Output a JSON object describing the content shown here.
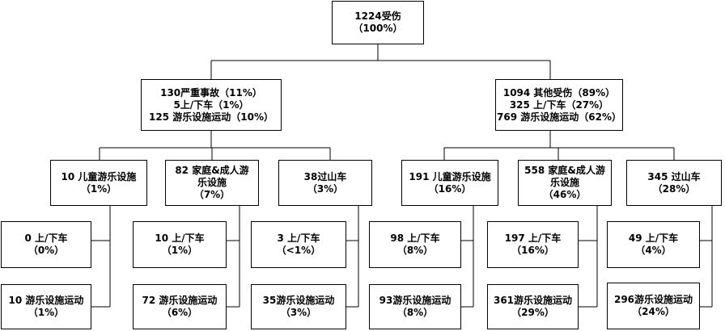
{
  "root": {
    "line1": "1224受伤",
    "line2": "（100%）"
  },
  "serious": {
    "line1": "130严重事故（11%）",
    "line2": "5上/下车（1%）",
    "line3": "125 游乐设施运动（10%）"
  },
  "other": {
    "line1": "1094 其他受伤（89%）",
    "line2": "325 上/下车（27%）",
    "line3": "769 游乐设施运动（62%）"
  },
  "serious_children": {
    "line1": "10 儿童游乐设施",
    "line2": "（1%）"
  },
  "serious_family": {
    "line1": "82 家庭&成人游乐设施",
    "line2": "（7%）"
  },
  "serious_coaster": {
    "line1": "38过山车",
    "line2": "（3%）"
  },
  "other_children": {
    "line1": "191 儿童游乐设施",
    "line2": "（16%）"
  },
  "other_family": {
    "line1": "558 家庭&成人游乐设施",
    "line2": "（46%）"
  },
  "other_coaster": {
    "line1": "345 过山车",
    "line2": "（28%）"
  },
  "leaf_s_child_board": {
    "line1": "0  上/下车",
    "line2": "（0%）"
  },
  "leaf_s_child_ride": {
    "line1": "10 游乐设施运动",
    "line2": "（1%）"
  },
  "leaf_s_family_board": {
    "line1": "10  上/下车",
    "line2": "（1%）"
  },
  "leaf_s_family_ride": {
    "line1": "72 游乐设施运动",
    "line2": "（6%）"
  },
  "leaf_s_coaster_board": {
    "line1": "3  上/下车",
    "line2": "（<1%）"
  },
  "leaf_s_coaster_ride": {
    "line1": "35游乐设施运动",
    "line2": "（3%）"
  },
  "leaf_o_child_board": {
    "line1": "98 上/下车",
    "line2": "（8%）"
  },
  "leaf_o_child_ride": {
    "line1": "93游乐设施运动",
    "line2": "（8%）"
  },
  "leaf_o_family_board": {
    "line1": "197  上/下车",
    "line2": "（16%）"
  },
  "leaf_o_family_ride": {
    "line1": "361游乐设施运动",
    "line2": "（29%）"
  },
  "leaf_o_coaster_board": {
    "line1": "49  上/下车",
    "line2": "（4%）"
  },
  "leaf_o_coaster_ride": {
    "line1": "296游乐设施运动",
    "line2": "（24%）"
  }
}
